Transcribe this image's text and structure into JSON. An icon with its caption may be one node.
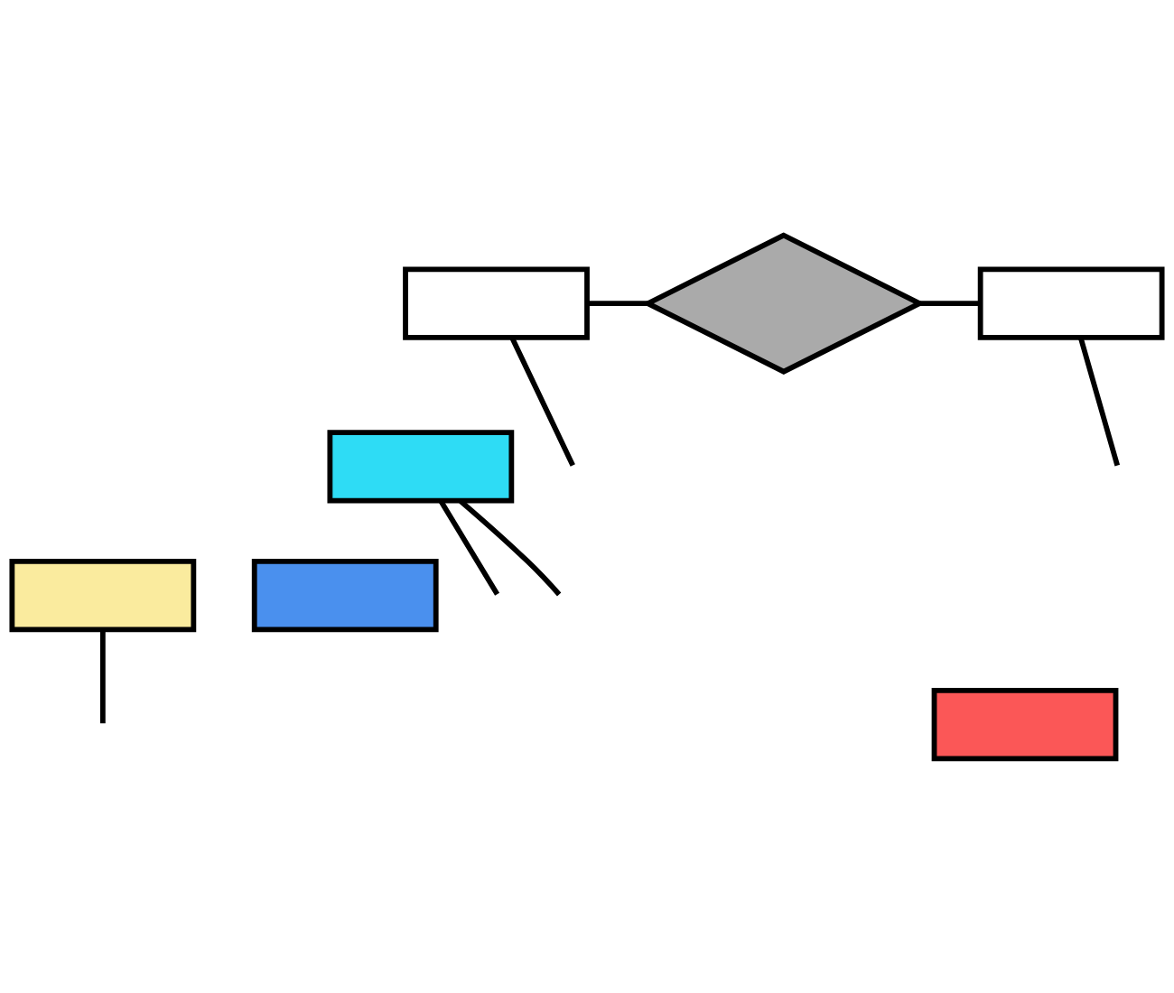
{
  "diagram": {
    "nodes": [
      {
        "text": [],
        "shape": "box"
      },
      {
        "text": [],
        "shape": "diamond"
      },
      {
        "text": [],
        "shape": "box"
      },
      {
        "text": [],
        "shape": "box"
      },
      {
        "text": [],
        "shape": "box"
      },
      {
        "text": [],
        "shape": "box"
      },
      {
        "text": [],
        "shape": "box"
      }
    ],
    "edges": [
      {
        "from": 0,
        "to": 1,
        "arrow": "none"
      },
      {
        "from": 1,
        "to": 2,
        "arrow": "none"
      },
      {
        "from": 0,
        "to": null,
        "arrow": "none"
      },
      {
        "from": 2,
        "to": null,
        "arrow": "none"
      },
      {
        "from": 3,
        "to": null,
        "arrow": "none"
      },
      {
        "from": 3,
        "to": null,
        "arrow": "none"
      },
      {
        "from": 4,
        "to": null,
        "arrow": "none"
      }
    ]
  }
}
